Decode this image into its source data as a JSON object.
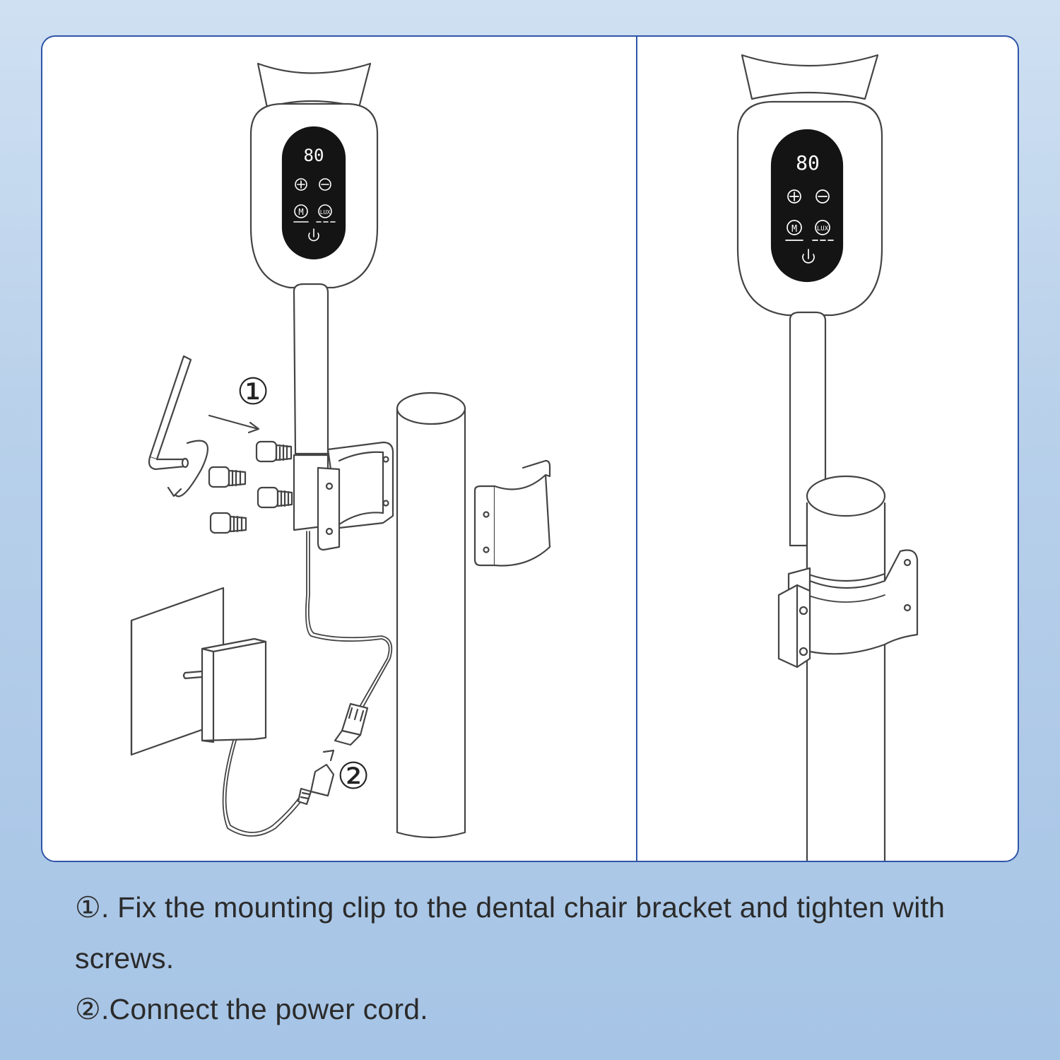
{
  "device": {
    "display_value": "80",
    "plus_symbol": "+",
    "minus_symbol": "−",
    "mode_button_label": "M",
    "lux_button_label": "LUX",
    "power_icon": "power-icon"
  },
  "diagram": {
    "step1_marker": "①",
    "step2_marker": "②"
  },
  "instructions": [
    {
      "marker": "①",
      "text": ". Fix the mounting clip to the dental chair bracket and tighten with screws."
    },
    {
      "marker": "②",
      "text": ".Connect the power cord."
    }
  ],
  "colors": {
    "frame_blue": "#2f55a8",
    "screen_black": "#141414",
    "text_dark": "#2b2b2b"
  }
}
